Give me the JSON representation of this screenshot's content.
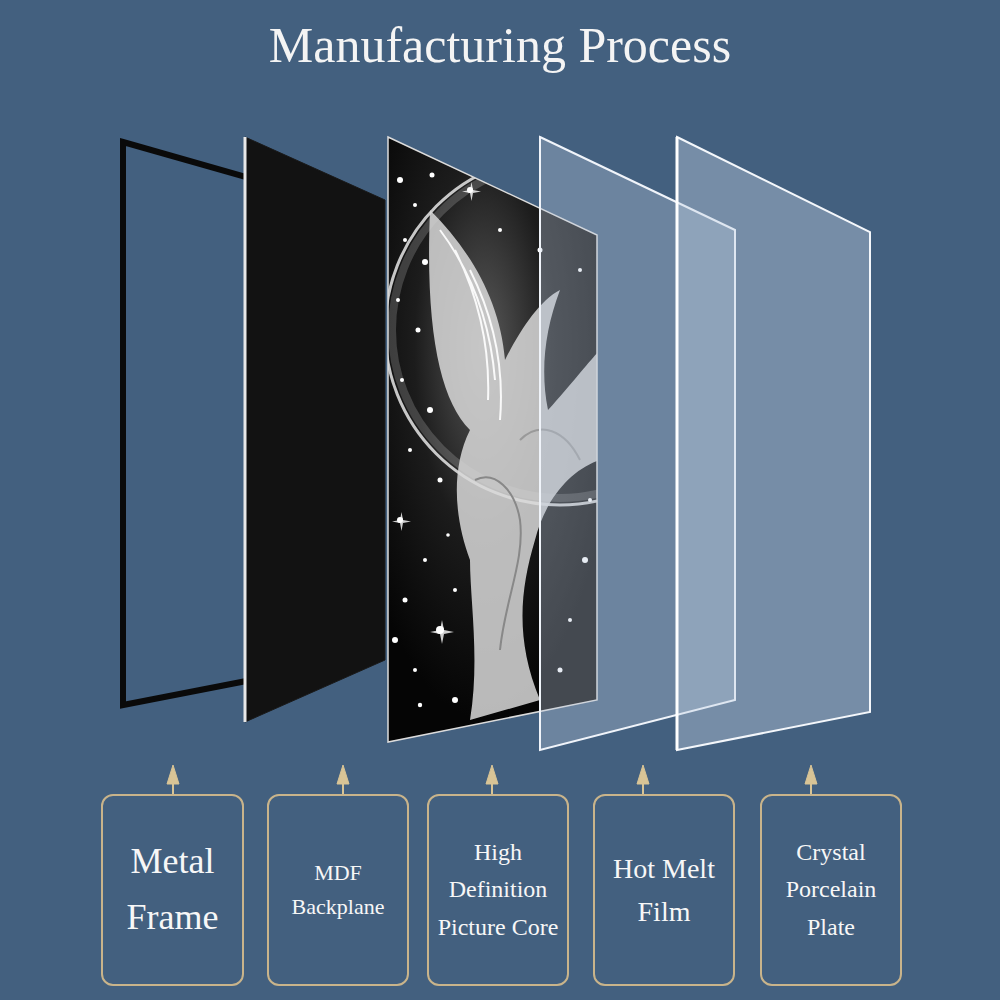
{
  "diagram": {
    "title": "Manufacturing Process",
    "nodes": [
      {
        "text": [
          "Metal Frame"
        ]
      },
      {
        "text": [
          "MDF Backplane"
        ]
      },
      {
        "text": [
          "High Definition Picture Core"
        ]
      },
      {
        "text": [
          "Hot Melt Film"
        ]
      },
      {
        "text": [
          "Crystal Porcelain Plate"
        ]
      }
    ]
  }
}
